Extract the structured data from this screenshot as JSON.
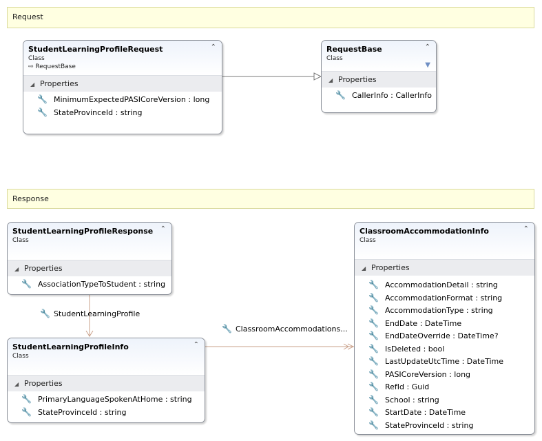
{
  "notes": {
    "request": "Request",
    "response": "Response"
  },
  "classes": {
    "slp_request": {
      "name": "StudentLearningProfileRequest",
      "kind": "Class",
      "inherits": "RequestBase",
      "section": "Properties",
      "properties": [
        "MinimumExpectedPASICoreVersion : long",
        "StateProvinceId : string"
      ]
    },
    "request_base": {
      "name": "RequestBase",
      "kind": "Class",
      "section": "Properties",
      "properties": [
        "CallerInfo : CallerInfo"
      ]
    },
    "slp_response": {
      "name": "StudentLearningProfileResponse",
      "kind": "Class",
      "section": "Properties",
      "properties": [
        "AssociationTypeToStudent : string"
      ]
    },
    "slp_info": {
      "name": "StudentLearningProfileInfo",
      "kind": "Class",
      "section": "Properties",
      "properties": [
        "PrimaryLanguageSpokenAtHome : string",
        "StateProvinceId : string"
      ]
    },
    "classroom_info": {
      "name": "ClassroomAccommodationInfo",
      "kind": "Class",
      "section": "Properties",
      "properties": [
        "AccommodationDetail : string",
        "AccommodationFormat : string",
        "AccommodationType : string",
        "EndDate : DateTime",
        "EndDateOverride : DateTime?",
        "IsDeleted : bool",
        "LastUpdateUtcTime : DateTime",
        "PASICoreVersion : long",
        "RefId : Guid",
        "School : string",
        "StartDate : DateTime",
        "StateProvinceId : string"
      ]
    }
  },
  "associations": {
    "learning_profile": "StudentLearningProfile",
    "classroom_accommodations": "ClassroomAccommodations..."
  },
  "icons": {
    "property": "wrench-icon",
    "collapse": "double-chevron-up-icon",
    "filter": "filter-icon",
    "section_toggle": "triangle-down-icon",
    "inherits": "inheritance-arrow-icon"
  }
}
